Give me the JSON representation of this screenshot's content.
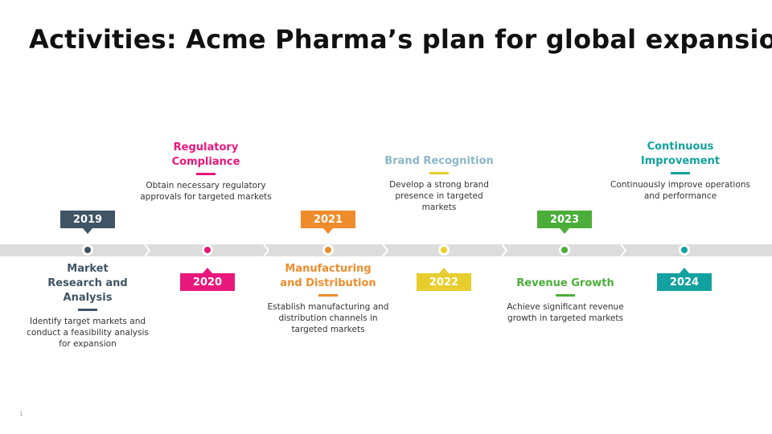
{
  "title": "Activities: Acme Pharma’s plan for global expansion",
  "page_number": "1",
  "milestones": [
    {
      "year": "2019",
      "heading": "Market Research and Analysis",
      "description": "Identify target markets and conduct a feasibility analysis for expansion",
      "color": "#3f5465"
    },
    {
      "year": "2020",
      "heading": "Regulatory Compliance",
      "description": "Obtain necessary regulatory approvals for targeted markets",
      "color": "#e8177c"
    },
    {
      "year": "2021",
      "heading": "Manufacturing and Distribution",
      "description": "Establish manufacturing and distribution channels in targeted markets",
      "color": "#ee8c2c"
    },
    {
      "year": "2022",
      "heading": "Brand Recognition",
      "description": "Develop a strong brand presence in targeted markets",
      "color": "#e8cd2e",
      "heading_color": "#8ab8c8"
    },
    {
      "year": "2023",
      "heading": "Revenue Growth",
      "description": "Achieve significant revenue growth in targeted markets",
      "color": "#4cae3a"
    },
    {
      "year": "2024",
      "heading": "Continuous Improvement",
      "description": "Continuously improve operations and performance",
      "color": "#13a19f"
    }
  ]
}
